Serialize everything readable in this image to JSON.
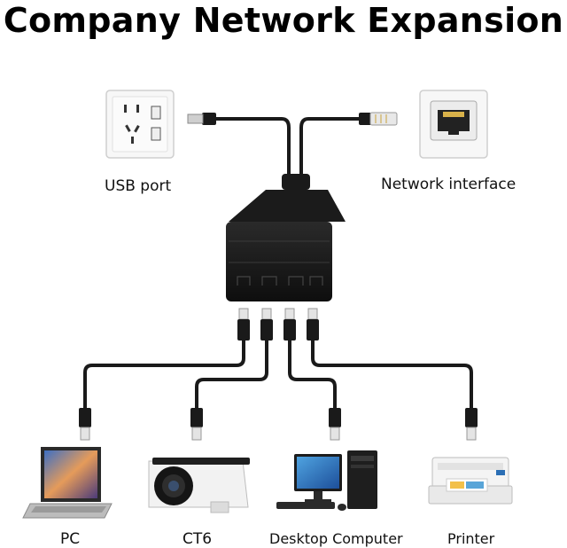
{
  "title": "Company Network Expansion",
  "inputs": {
    "usb_label": "USB port",
    "network_label": "Network interface"
  },
  "devices": {
    "pc_label": "PC",
    "ct6_label": "CT6",
    "desktop_label": "Desktop Computer",
    "printer_label": "Printer"
  },
  "colors": {
    "cable": "#1a1a1a",
    "hub": "#161616",
    "connector": "#d8d8d8",
    "wall_plate": "#f7f7f7"
  }
}
